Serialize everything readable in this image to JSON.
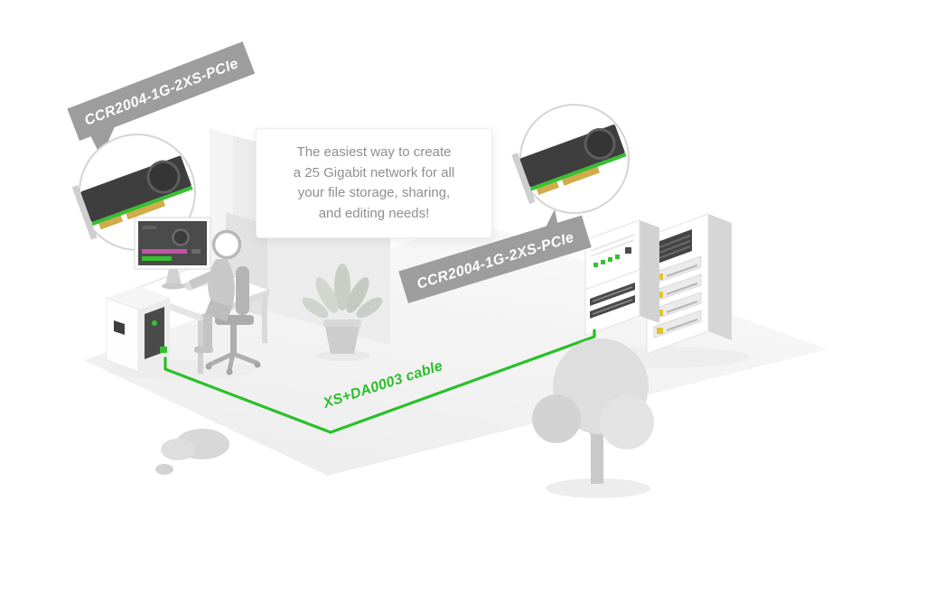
{
  "banners": {
    "left": {
      "label": "CCR2004-1G-2XS-PCIe"
    },
    "right": {
      "label": "CCR2004-1G-2XS-PCIe"
    }
  },
  "speech_bubble": {
    "lines": [
      "The easiest way to create",
      "a 25 Gigabit network for all",
      "your file storage, sharing,",
      "and editing needs!"
    ]
  },
  "cable": {
    "label": "XS+DA0003 cable",
    "color": "#2abf2a"
  },
  "colors": {
    "banner_gray": "#9d9d9d",
    "accent_green": "#35c12f",
    "card_dark": "#3e3e3e",
    "connector_gold": "#d2ab4a",
    "led_yellow": "#e5c32e",
    "timeline_magenta": "#c155a5"
  }
}
